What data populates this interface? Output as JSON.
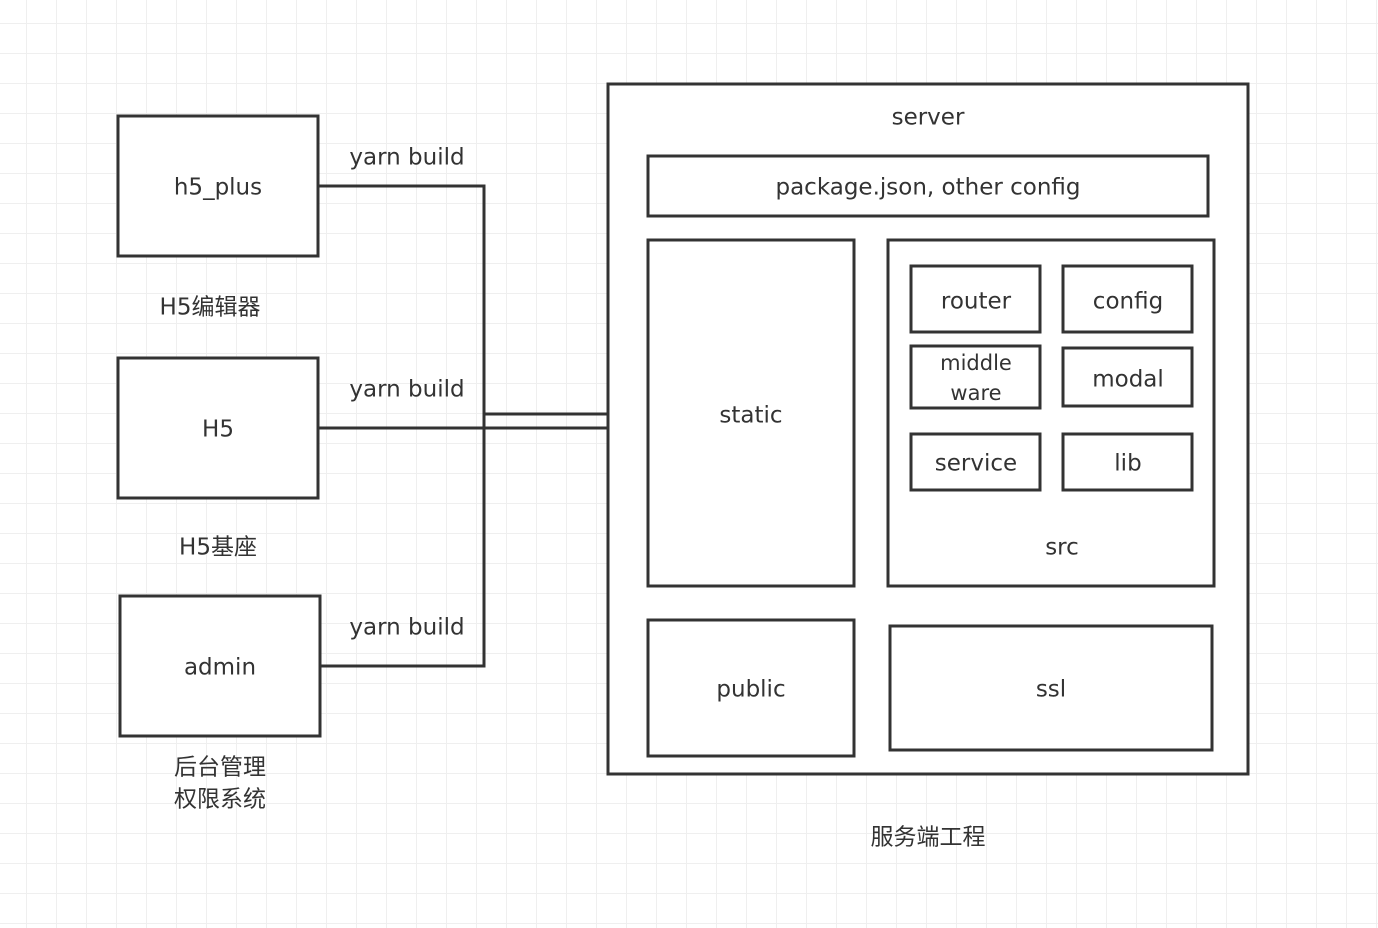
{
  "clients": [
    {
      "name": "h5_plus",
      "caption": [
        "H5编辑器"
      ],
      "edge_label": "yarn build"
    },
    {
      "name": "H5",
      "caption": [
        "H5基座"
      ],
      "edge_label": "yarn build"
    },
    {
      "name": "admin",
      "caption": [
        "后台管理",
        "权限系统"
      ],
      "edge_label": "yarn build"
    }
  ],
  "server": {
    "title": "server",
    "caption": "服务端工程",
    "package": "package.json, other config",
    "static": "static",
    "src": {
      "label": "src",
      "modules": [
        "router",
        "config",
        "middle",
        "ware",
        "modal",
        "service",
        "lib"
      ]
    },
    "public": "public",
    "ssl": "ssl"
  },
  "colors": {
    "line": "#333333",
    "grid": "#eeeeee"
  }
}
